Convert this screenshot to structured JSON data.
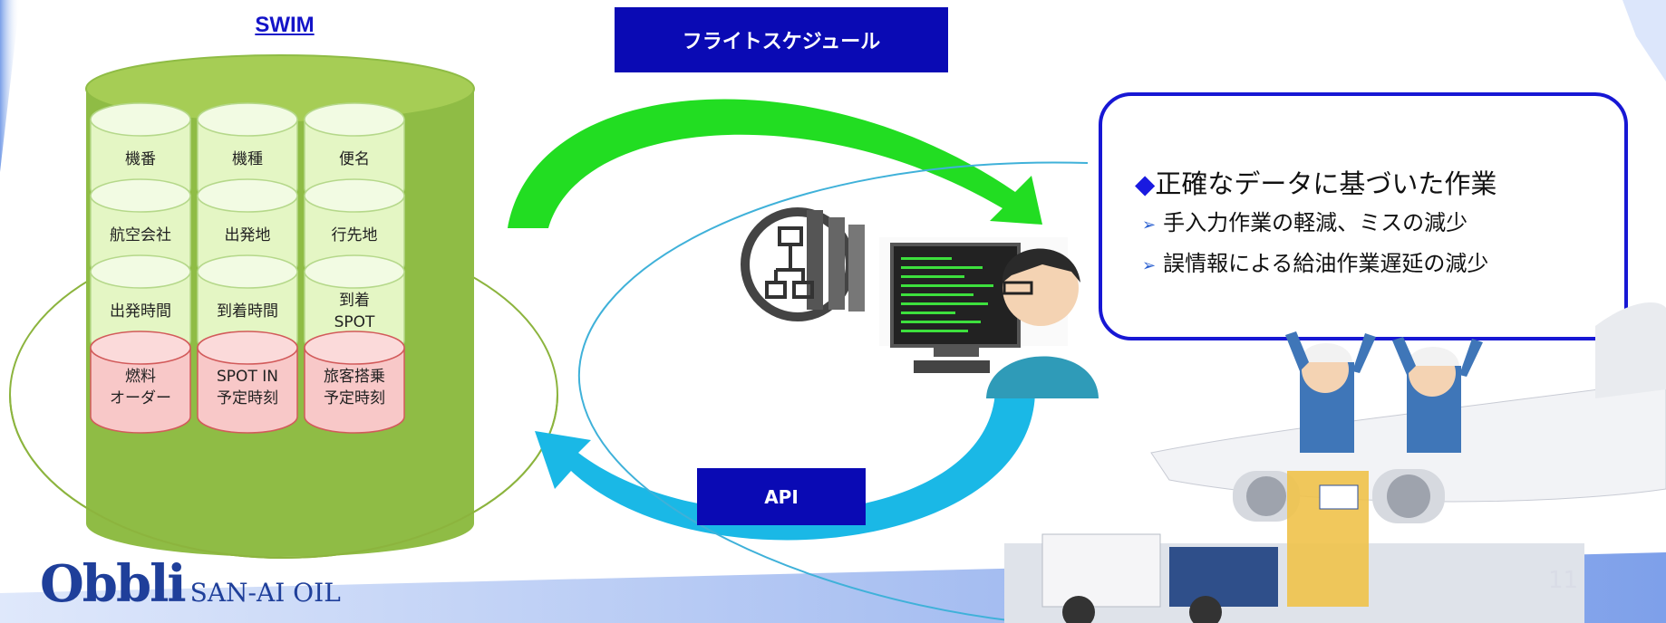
{
  "swim": {
    "title": "SWIM",
    "cells": [
      [
        "機番",
        "機種",
        "便名"
      ],
      [
        "航空会社",
        "出発地",
        "行先地"
      ],
      [
        "出発時間",
        "到着時間",
        "到着\nSPOT"
      ],
      [
        "燃料\nオーダー",
        "SPOT IN\n予定時刻",
        "旅客搭乗\n予定時刻"
      ]
    ]
  },
  "flight_schedule_label": "フライトスケジュール",
  "api_label": "API",
  "callout": {
    "heading": "正確なデータに基づいた作業",
    "bullets": [
      "手入力作業の軽減、ミスの減少",
      "誤情報による給油作業遅延の減少"
    ]
  },
  "logo": {
    "brand": "Obbli",
    "company": "SAN-AI OIL"
  },
  "page_number": "11",
  "colors": {
    "accent_blue": "#0a0ab4",
    "swim_green": "#8fbc45",
    "cell_green": "#e4f6c4",
    "cell_pink": "#f8c8c8",
    "arrow_green": "#22dd22",
    "arrow_cyan": "#1ab8e6"
  }
}
